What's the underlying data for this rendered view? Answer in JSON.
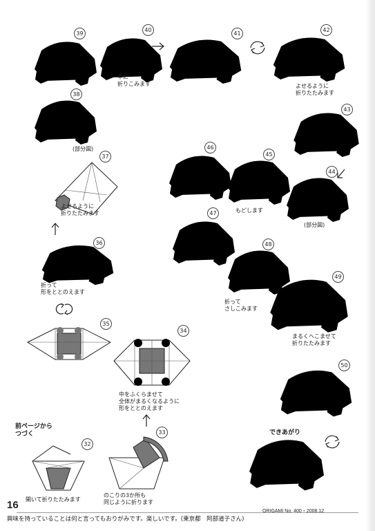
{
  "steps": [
    {
      "num": "39"
    },
    {
      "num": "40",
      "caption": "中に\n折りこみます"
    },
    {
      "num": "41"
    },
    {
      "num": "42",
      "caption": "よせるように\n折りたたみます"
    },
    {
      "num": "38"
    },
    {
      "num": "43"
    },
    {
      "num": "37",
      "label": "(部分図)",
      "caption": "よせるように\n折りたたみます"
    },
    {
      "num": "46"
    },
    {
      "num": "45",
      "caption": "もどします"
    },
    {
      "num": "44",
      "label": "(部分図)"
    },
    {
      "num": "36",
      "caption": "折って\n形をととのえます"
    },
    {
      "num": "47"
    },
    {
      "num": "48",
      "caption": "折って\nさしこみます"
    },
    {
      "num": "49",
      "caption": "まるくへこませて\n折りたたみます"
    },
    {
      "num": "35"
    },
    {
      "num": "34",
      "caption": "中をふくらませて\n全体がまるくなるように\n形をととのえます"
    },
    {
      "num": "50",
      "label": "できあがり"
    },
    {
      "num": "32",
      "label": "前ページから\nつづく",
      "caption": "開いて折りたたみます"
    },
    {
      "num": "33",
      "caption": "のこりの3か所も\n同じように折ります"
    }
  ],
  "footer": {
    "page_number": "16",
    "issue": "ORIGAMI No. 400・2008.12",
    "reader_note": "興味を持っていることは何と言ってもおりがみです。楽しいです。(東京都　阿部道子さん)"
  }
}
